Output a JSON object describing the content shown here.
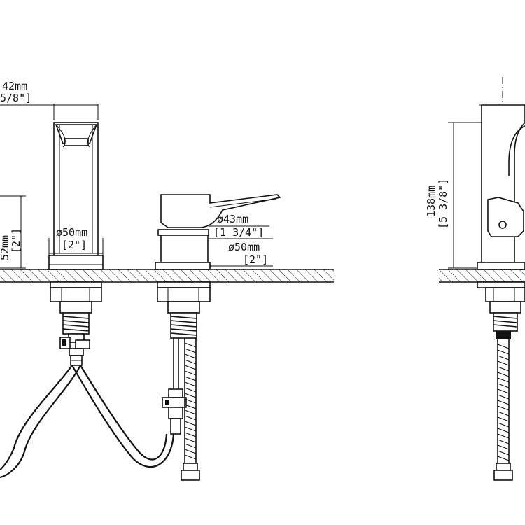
{
  "dimensions": {
    "spout_width_mm": "42mm",
    "spout_width_in": "5/8\"]",
    "spout_base_diameter_mm": "ø50mm",
    "spout_base_diameter_in": "[2\"]",
    "spout_base_height_mm": "52mm",
    "spout_base_height_in": "[2\"]",
    "handle_diameter_mm": "ø43mm",
    "handle_diameter_in": "[1 3/4\"]",
    "handle_base_diameter_mm": "ø50mm",
    "handle_base_diameter_in": "[2\"]",
    "height_mm": "138mm",
    "height_in": "[5 3/8\"]"
  },
  "views": [
    "spout-front-view",
    "handle-front-view",
    "side-view"
  ],
  "colors": {
    "line": "#111111",
    "background": "#ffffff"
  }
}
